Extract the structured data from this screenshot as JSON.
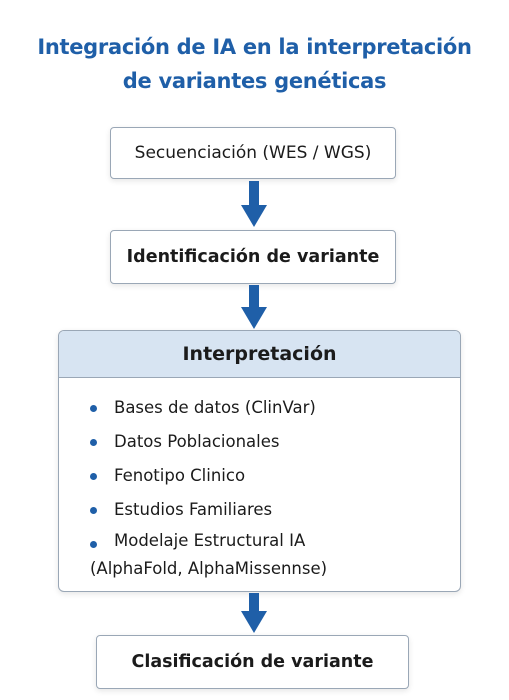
{
  "title": {
    "line1": "Integración de IA en la interpretación",
    "line2": "de variantes genéticas"
  },
  "steps": {
    "step1": "Secuenciación (WES / WGS)",
    "step2": "Identificación de variante",
    "interpretation": {
      "heading": "Interpretación",
      "items": [
        "Bases de datos (ClinVar)",
        "Datos Poblacionales",
        "Fenotipo Clinico",
        "Estudios Familiares",
        "Modelaje Estructural IA"
      ],
      "item5_continuation": "(AlphaFold, AlphaMissennse)"
    },
    "step4": "Clasificación de variante"
  },
  "colors": {
    "title": "#1f5fa8",
    "arrow": "#1f5fa8",
    "header_fill": "#d7e4f2",
    "border": "#9aa7b6"
  }
}
